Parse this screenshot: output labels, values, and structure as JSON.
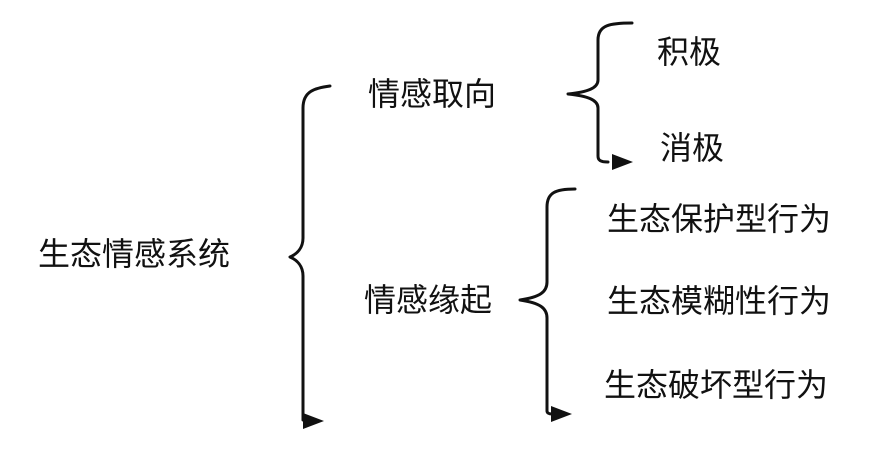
{
  "diagram": {
    "root": "生态情感系统",
    "branches": [
      {
        "label": "情感取向",
        "children": [
          "积极",
          "消极"
        ]
      },
      {
        "label": "情感缘起",
        "children": [
          "生态保护型行为",
          "生态模糊性行为",
          "生态破坏型行为"
        ]
      }
    ]
  }
}
